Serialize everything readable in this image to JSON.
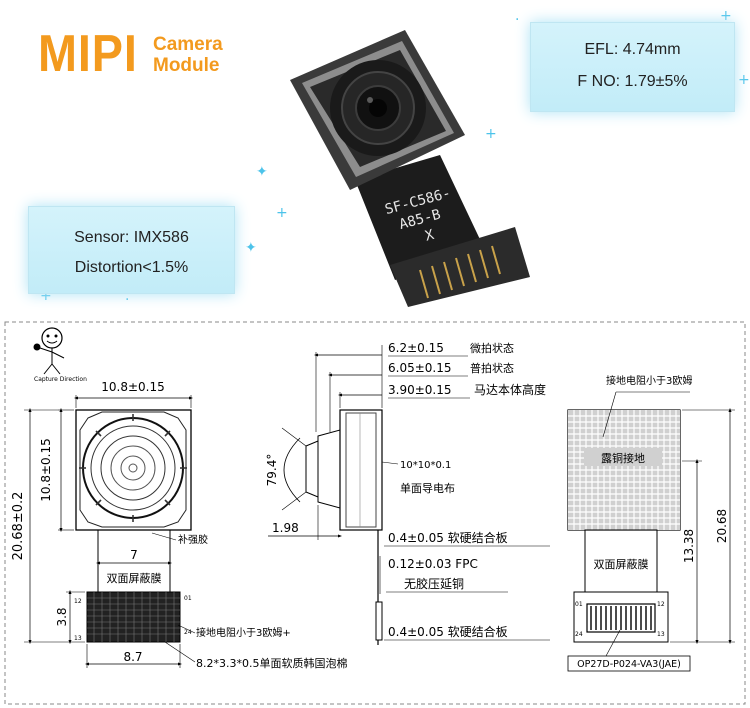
{
  "banner": {
    "brand": "MIPI",
    "brand_sub_1": "Camera",
    "brand_sub_2": "Module",
    "spec_efl": "EFL: 4.74mm",
    "spec_fno": "F NO: 1.79±5%",
    "spec_sensor": "Sensor: IMX586",
    "spec_distortion": "Distortion<1.5%",
    "flex_print_1": "SF-C586-",
    "flex_print_2": "A85-B",
    "flex_print_3": "X"
  },
  "drawing": {
    "mascot_caption": "Capture Direction",
    "front": {
      "width_dim": "10.8±0.15",
      "height_dim": "10.8±0.15",
      "total_height_dim": "20.68±0.2",
      "fpc_width_dim": "7",
      "connector_height_dim": "3.8",
      "connector_width_dim": "8.7",
      "stiffener_label": "补强胶",
      "shield_label": "双面屏蔽膜",
      "ground_label": "接地电阻小于3欧姆+",
      "foam_label": "8.2*3.3*0.5单面软质韩国泡棉",
      "pin_01": "01",
      "pin_12": "12",
      "pin_13": "13",
      "pin_24": "24"
    },
    "side": {
      "dim_macro": "6.2±0.15",
      "label_macro": "微拍状态",
      "dim_normal": "6.05±0.15",
      "label_normal": "普拍状态",
      "dim_motor": "3.90±0.15",
      "label_motor": "马达本体高度",
      "fov_dim": "79.4°",
      "lens_offset_dim": "1.98",
      "cloth_dim": "10*10*0.1",
      "cloth_label": "单面导电布",
      "board_top": "0.4±0.05 软硬结合板",
      "fpc_dim": "0.12±0.03 FPC",
      "fpc_label": "无胶压延铜",
      "board_bottom": "0.4±0.05 软硬结合板"
    },
    "back": {
      "ground_label": "接地电阻小于3欧姆",
      "copper_label": "露铜接地",
      "shield_label": "双面屏蔽膜",
      "dim_13_38": "13.38",
      "dim_20_68": "20.68",
      "connector_part": "OP27D-P024-VA3(JAE)",
      "pin_01": "01",
      "pin_12": "12",
      "pin_13": "13",
      "pin_24": "24"
    }
  }
}
